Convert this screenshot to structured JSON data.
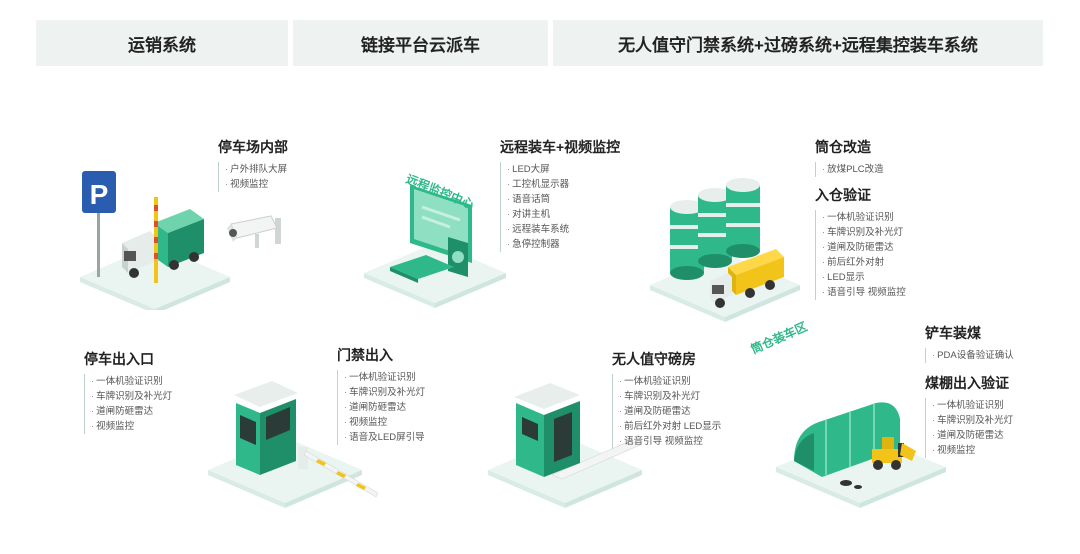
{
  "headers": {
    "h1": "运销系统",
    "h2": "链接平台云派车",
    "h3": "无人值守门禁系统+过磅系统+远程集控装车系统"
  },
  "sections": {
    "parking_inside": {
      "title": "停车场内部",
      "items": [
        "户外排队大屏",
        "视频监控"
      ]
    },
    "parking_gate": {
      "title": "停车出入口",
      "items": [
        "一体机验证识别",
        "车牌识别及补光灯",
        "道闸防砸雷达",
        "视频监控"
      ]
    },
    "remote_loading": {
      "title": "远程装车+视频监控",
      "items": [
        "LED大屏",
        "工控机显示器",
        "语音话筒",
        "对讲主机",
        "远程装车系统",
        "急停控制器"
      ]
    },
    "access_gate": {
      "title": "门禁出入",
      "items": [
        "一体机验证识别",
        "车牌识别及补光灯",
        "道闸防砸雷达",
        "视频监控",
        "语音及LED屏引导"
      ]
    },
    "silo_retrofit": {
      "title": "筒仓改造",
      "items": [
        "放煤PLC改造"
      ]
    },
    "warehouse_in": {
      "title": "入仓验证",
      "items": [
        "一体机验证识别",
        "车牌识别及补光灯",
        "道闸及防砸雷达",
        "前后红外对射",
        "LED显示",
        "语音引导  视频监控"
      ]
    },
    "weighbridge": {
      "title": "无人值守磅房",
      "items": [
        "一体机验证识别",
        "车牌识别及补光灯",
        "道闸及防砸雷达",
        "前后红外对射  LED显示",
        "语音引导  视频监控"
      ]
    },
    "shovel_loading": {
      "title": "铲车装煤",
      "items": [
        "PDA设备验证确认"
      ]
    },
    "shed_verify": {
      "title": "煤棚出入验证",
      "items": [
        "一体机验证识别",
        "车牌识别及补光灯",
        "道闸及防砸雷达",
        "视频监控"
      ]
    }
  },
  "scene_labels": {
    "monitor_center": "远程监控中心",
    "silo_zone": "筒仓装车区",
    "parking_sign": "P"
  },
  "colors": {
    "accent": "#2fb98a",
    "dark_green": "#1f8f6a",
    "platform": "#eaf5f1",
    "header_bg": "#eef2f1",
    "truck_yellow": "#f2c318"
  }
}
